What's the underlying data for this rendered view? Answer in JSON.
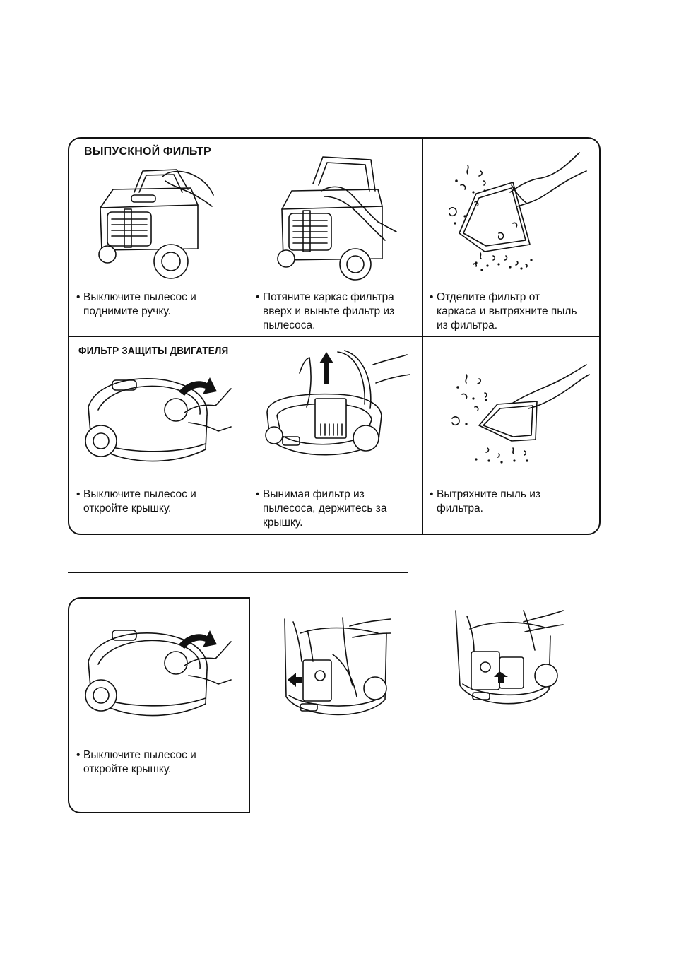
{
  "section1": {
    "exhaust_heading": "ВЫПУСКНОЙ ФИЛЬТР",
    "motor_heading": "ФИЛЬТР ЗАЩИТЫ ДВИГАТЕЛЯ",
    "bullet": "•",
    "steps": [
      "Выключите пылесос и\nподнимите ручку.",
      "Потяните каркас фильтра\nвверх и выньте фильтр из\nпылесоса.",
      "Отделите фильтр от\nкаркаса и вытряхните пыль\nиз фильтра.",
      "Выключите пылесос и\nоткройте крышку.",
      "Вынимая фильтр из\nпылесоса, держитесь за\nкрышку.",
      "Вытряхните пыль из\nфильтра."
    ]
  },
  "section2": {
    "steps": [
      "Выключите пылесос и\nоткройте крышку."
    ]
  },
  "icons": [
    "vacuum-handle-illustration",
    "filter-frame-illustration",
    "dust-filter-illustration",
    "open-lid-illustration",
    "remove-filter-illustration",
    "shake-filter-illustration",
    "dust-bag-illustration"
  ]
}
